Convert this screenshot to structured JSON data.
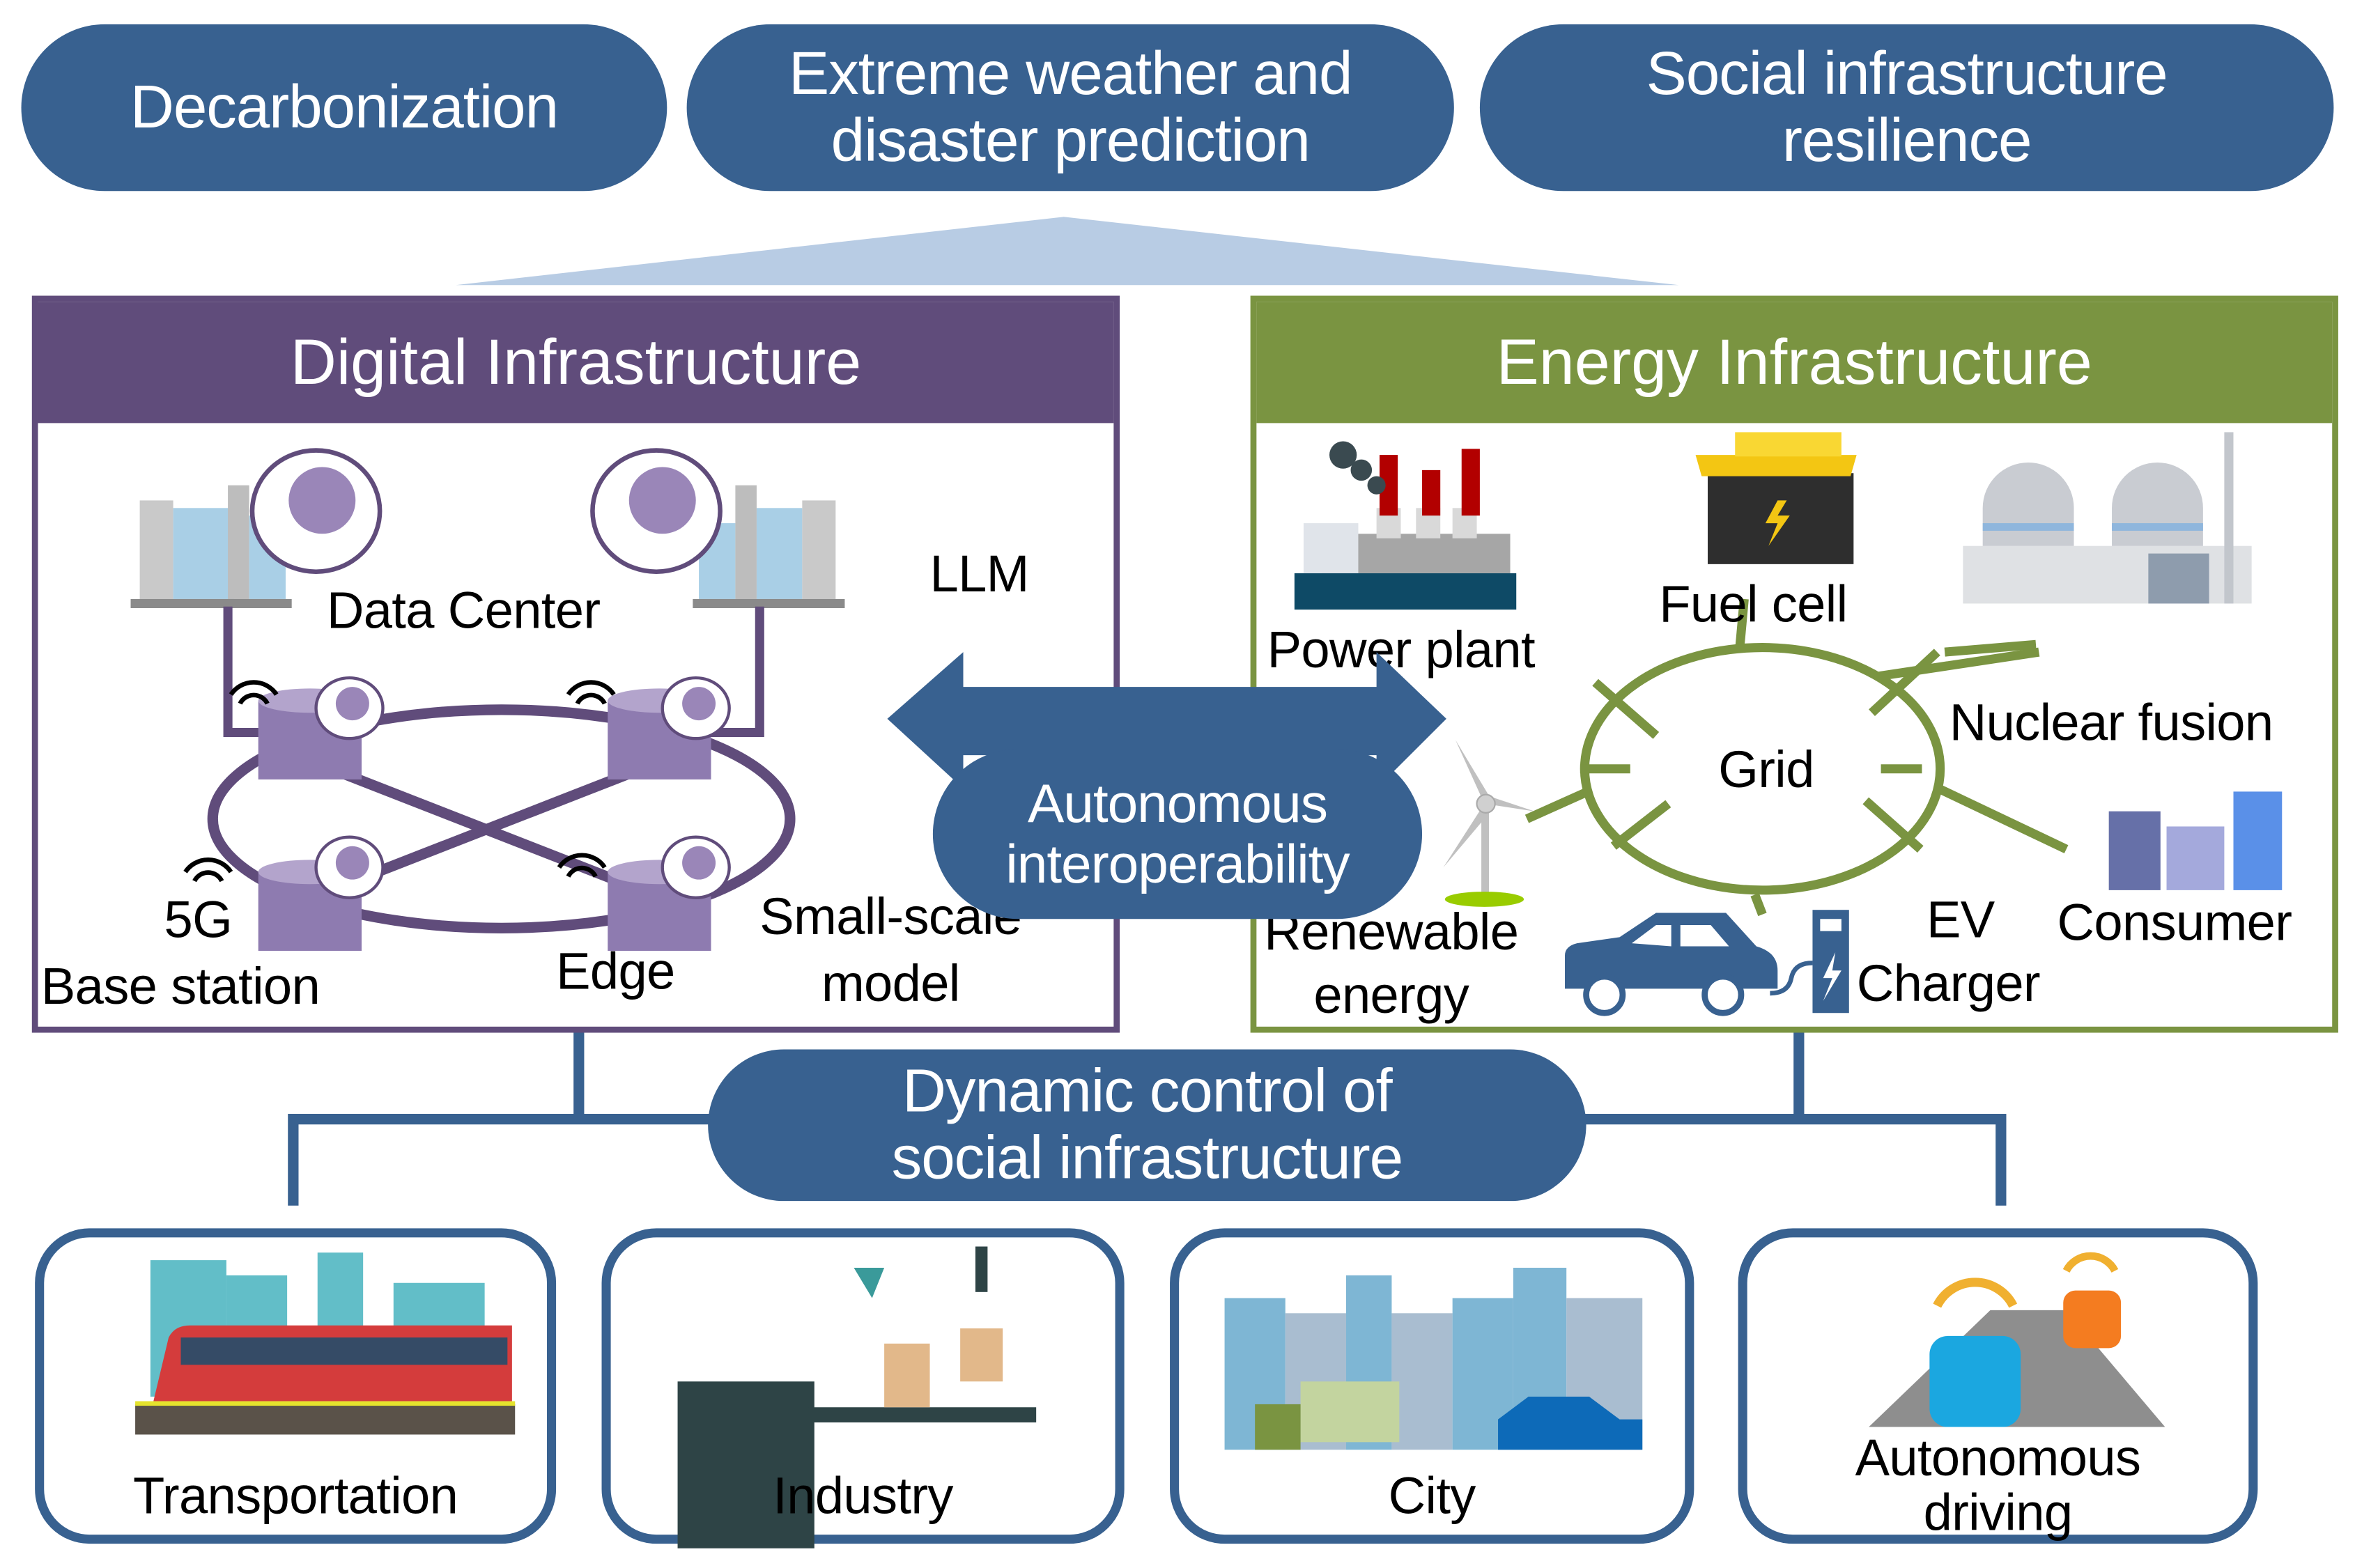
{
  "goals": [
    {
      "label": "Decarbonization"
    },
    {
      "label_line1": "Extreme weather and",
      "label_line2": "disaster prediction"
    },
    {
      "label_line1": "Social infrastructure",
      "label_line2": "resilience"
    }
  ],
  "digital": {
    "title": "Digital Infrastructure",
    "data_center": "Data Center",
    "llm": "LLM",
    "base_station_5g": "5G",
    "base_station": "Base station",
    "edge": "Edge",
    "small_scale_line1": "Small-scale",
    "small_scale_line2": "model"
  },
  "energy": {
    "title": "Energy Infrastructure",
    "power_plant": "Power plant",
    "fuel_cell": "Fuel cell",
    "nuclear_fusion": "Nuclear fusion",
    "grid": "Grid",
    "renewable_line1": "Renewable",
    "renewable_line2": "energy",
    "ev": "EV",
    "charger": "Charger",
    "consumer": "Consumer"
  },
  "interop": {
    "line1": "Autonomous",
    "line2": "interoperability"
  },
  "dynamic": {
    "line1": "Dynamic control of",
    "line2": "social infrastructure"
  },
  "domains": [
    {
      "label": "Transportation"
    },
    {
      "label": "Industry"
    },
    {
      "label": "City"
    },
    {
      "label_line1": "Autonomous",
      "label_line2": "driving"
    }
  ],
  "colors": {
    "pill_blue": "#386190",
    "digital_purple": "#604c7b",
    "energy_green": "#7a9441",
    "funnel": "#b8cce4"
  }
}
